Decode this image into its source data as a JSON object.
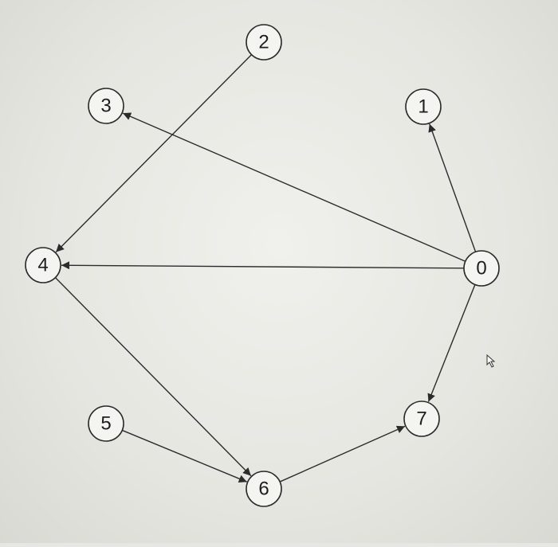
{
  "diagram": {
    "type": "directed-graph",
    "nodes": [
      {
        "id": "0",
        "label": "0"
      },
      {
        "id": "1",
        "label": "1"
      },
      {
        "id": "2",
        "label": "2"
      },
      {
        "id": "3",
        "label": "3"
      },
      {
        "id": "4",
        "label": "4"
      },
      {
        "id": "5",
        "label": "5"
      },
      {
        "id": "6",
        "label": "6"
      },
      {
        "id": "7",
        "label": "7"
      }
    ],
    "edges": [
      {
        "from": "0",
        "to": "1"
      },
      {
        "from": "0",
        "to": "3"
      },
      {
        "from": "0",
        "to": "4"
      },
      {
        "from": "0",
        "to": "7"
      },
      {
        "from": "2",
        "to": "4"
      },
      {
        "from": "4",
        "to": "6"
      },
      {
        "from": "5",
        "to": "6"
      },
      {
        "from": "6",
        "to": "7"
      }
    ],
    "colors": {
      "line": "#2b2b2b",
      "node_fill": "#f4f4f1",
      "background": "#e8e8e4"
    }
  },
  "overlay": {
    "cursor_icon": "mouse-pointer-icon"
  }
}
